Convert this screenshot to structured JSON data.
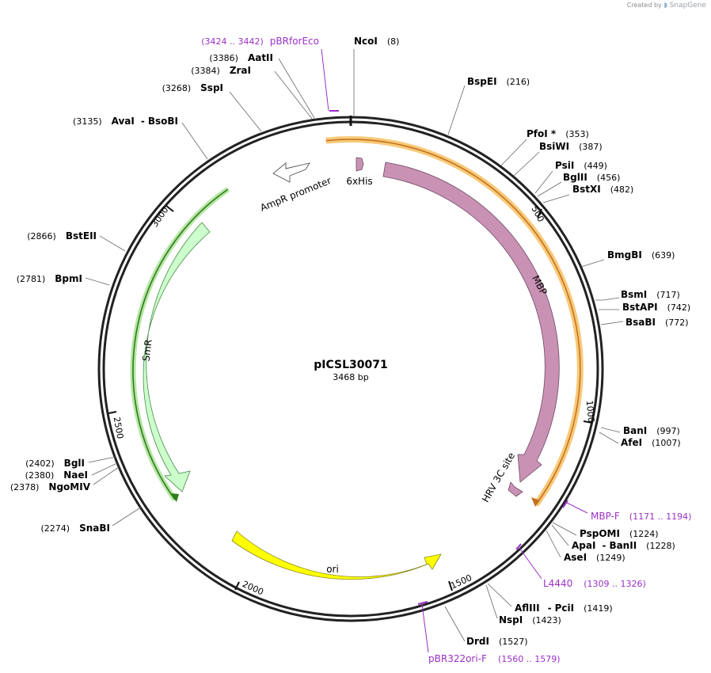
{
  "credit": {
    "created_by": "Created by",
    "brand": "SnapGene"
  },
  "plasmid": {
    "name": "pICSL30071",
    "length": "3468 bp"
  },
  "sites": [
    {
      "name": "NcoI",
      "pos": "(8)"
    },
    {
      "name": "BspEI",
      "pos": "(216)"
    },
    {
      "name": "PfoI *",
      "pos": "(353)"
    },
    {
      "name": "BsiWI",
      "pos": "(387)"
    },
    {
      "name": "PsiI",
      "pos": "(449)"
    },
    {
      "name": "BglII",
      "pos": "(456)"
    },
    {
      "name": "BstXI",
      "pos": "(482)"
    },
    {
      "name": "BmgBI",
      "pos": "(639)"
    },
    {
      "name": "BsmI",
      "pos": "(717)"
    },
    {
      "name": "BstAPI",
      "pos": "(742)"
    },
    {
      "name": "BsaBI",
      "pos": "(772)"
    },
    {
      "name": "BanI",
      "pos": "(997)"
    },
    {
      "name": "AfeI",
      "pos": "(1007)"
    },
    {
      "name": "PspOMI",
      "pos": "(1224)"
    },
    {
      "name": "ApaI",
      "name2": "BanII",
      "pos": "(1228)"
    },
    {
      "name": "AseI",
      "pos": "(1249)"
    },
    {
      "name": "AflIII",
      "name2": "PciI",
      "pos": "(1419)"
    },
    {
      "name": "NspI",
      "pos": "(1423)"
    },
    {
      "name": "DrdI",
      "pos": "(1527)"
    },
    {
      "name": "SnaBI",
      "pos": "(2274)"
    },
    {
      "name": "NgoMIV",
      "pos": "(2378)"
    },
    {
      "name": "NaeI",
      "pos": "(2380)"
    },
    {
      "name": "BglI",
      "pos": "(2402)"
    },
    {
      "name": "BpmI",
      "pos": "(2781)"
    },
    {
      "name": "BstEII",
      "pos": "(2866)"
    },
    {
      "name": "AvaI",
      "name2": "BsoBI",
      "pos": "(3135)"
    },
    {
      "name": "SspI",
      "pos": "(3268)"
    },
    {
      "name": "ZraI",
      "pos": "(3384)"
    },
    {
      "name": "AatII",
      "pos": "(3386)"
    }
  ],
  "primers": [
    {
      "name": "pBRforEco",
      "range": "(3424 .. 3442)"
    },
    {
      "name": "MBP-F",
      "range": "(1171 .. 1194)"
    },
    {
      "name": "L4440",
      "range": "(1309 .. 1326)"
    },
    {
      "name": "pBR322ori-F",
      "range": "(1560 .. 1579)"
    }
  ],
  "features": [
    {
      "name": "AmpR promoter",
      "color": "#ffffff"
    },
    {
      "name": "6xHis",
      "color": "#c992b4"
    },
    {
      "name": "MBP",
      "color": "#c992b4"
    },
    {
      "name": "HRV 3C site",
      "color": "#c992b4"
    },
    {
      "name": "SmR",
      "color": "#ccffcc"
    },
    {
      "name": "ori",
      "color": "#ffff00"
    }
  ],
  "ticks": [
    "500",
    "1000",
    "1500",
    "2000",
    "2500",
    "3000"
  ],
  "colors": {
    "primer": "#9b30c8",
    "cds_outline": "#f5a623",
    "smr_outline": "#2e7d1a"
  }
}
